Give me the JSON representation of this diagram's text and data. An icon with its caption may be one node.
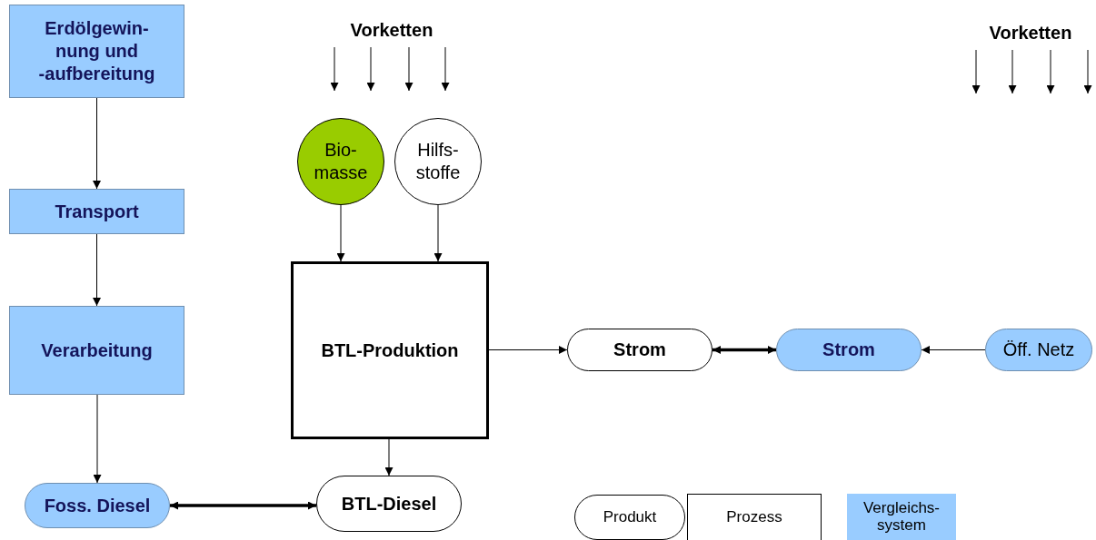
{
  "diagram": {
    "nodes": [
      {
        "text": [
          "Erdölgewin- nung und -aufbereitung"
        ]
      },
      {
        "text": [
          "Transport"
        ]
      },
      {
        "text": [
          "Verarbeitung"
        ]
      },
      {
        "text": [
          "Foss. Diesel"
        ]
      },
      {
        "text": [
          "Bio- masse"
        ]
      },
      {
        "text": [
          "Hilfs- stoffe"
        ]
      },
      {
        "text": [
          "BTL-Produktion"
        ]
      },
      {
        "text": [
          "BTL-Diesel"
        ]
      },
      {
        "text": [
          "Strom"
        ]
      },
      {
        "text": [
          "Strom"
        ]
      },
      {
        "text": [
          "Öff. Netz"
        ]
      },
      {
        "text": [
          "Vorketten"
        ]
      },
      {
        "text": [
          "Vorketten"
        ]
      }
    ],
    "edges": [
      {
        "from": 0,
        "to": 1,
        "arrow": "to"
      },
      {
        "from": 1,
        "to": 2,
        "arrow": "to"
      },
      {
        "from": 2,
        "to": 3,
        "arrow": "to"
      },
      {
        "from": 3,
        "to": 7,
        "arrow": "both",
        "style": "thick"
      },
      {
        "from": 4,
        "to": 6,
        "arrow": "to"
      },
      {
        "from": 5,
        "to": 6,
        "arrow": "to"
      },
      {
        "from": 6,
        "to": 7,
        "arrow": "to"
      },
      {
        "from": 6,
        "to": 8,
        "arrow": "to"
      },
      {
        "from": 8,
        "to": 9,
        "arrow": "both",
        "style": "thick"
      },
      {
        "from": 10,
        "to": 9,
        "arrow": "to"
      },
      {
        "from": 11,
        "to": null,
        "arrow": "to"
      },
      {
        "from": 11,
        "to": null,
        "arrow": "to"
      },
      {
        "from": 11,
        "to": null,
        "arrow": "to"
      },
      {
        "from": 11,
        "to": null,
        "arrow": "to"
      },
      {
        "from": 12,
        "to": null,
        "arrow": "to"
      },
      {
        "from": 12,
        "to": null,
        "arrow": "to"
      },
      {
        "from": 12,
        "to": null,
        "arrow": "to"
      },
      {
        "from": 12,
        "to": null,
        "arrow": "to"
      }
    ],
    "legend": [
      {
        "text": "Produkt"
      },
      {
        "text": "Prozess"
      },
      {
        "text": "Vergleichs- system",
        "color": "#99ccff"
      }
    ]
  }
}
